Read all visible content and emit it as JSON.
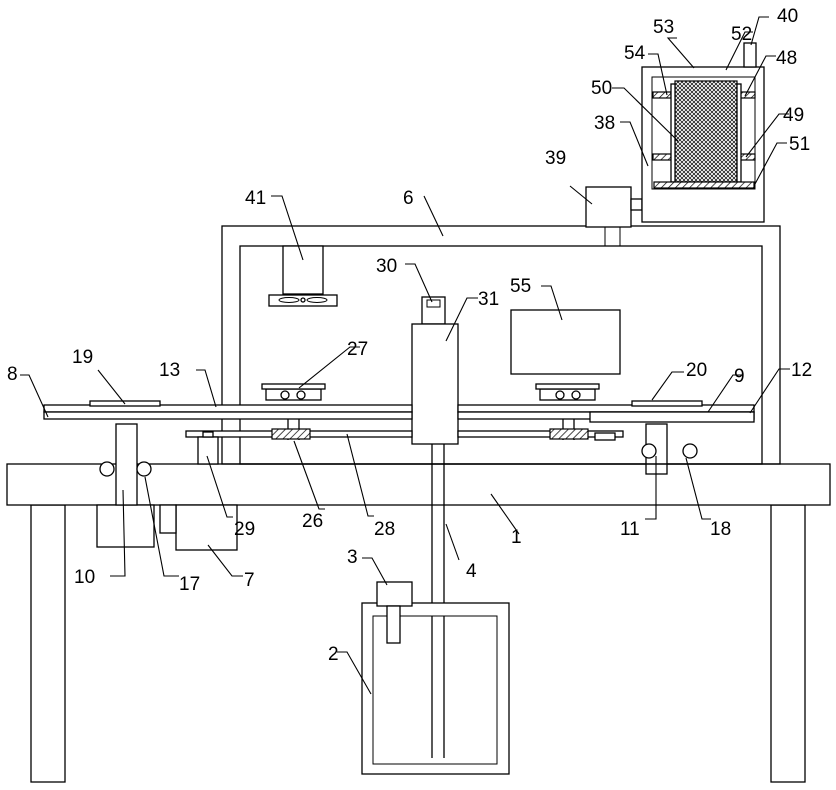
{
  "figure": {
    "labels": {
      "l1": "1",
      "l2": "2",
      "l3": "3",
      "l4": "4",
      "l6": "6",
      "l7": "7",
      "l8": "8",
      "l9": "9",
      "l10": "10",
      "l11": "11",
      "l12": "12",
      "l13": "13",
      "l17": "17",
      "l18": "18",
      "l19": "19",
      "l20": "20",
      "l26": "26",
      "l27": "27",
      "l28": "28",
      "l29": "29",
      "l30": "30",
      "l31": "31",
      "l38": "38",
      "l39": "39",
      "l40": "40",
      "l41": "41",
      "l48": "48",
      "l49": "49",
      "l50": "50",
      "l51": "51",
      "l52": "52",
      "l53": "53",
      "l54": "54",
      "l55": "55"
    }
  }
}
